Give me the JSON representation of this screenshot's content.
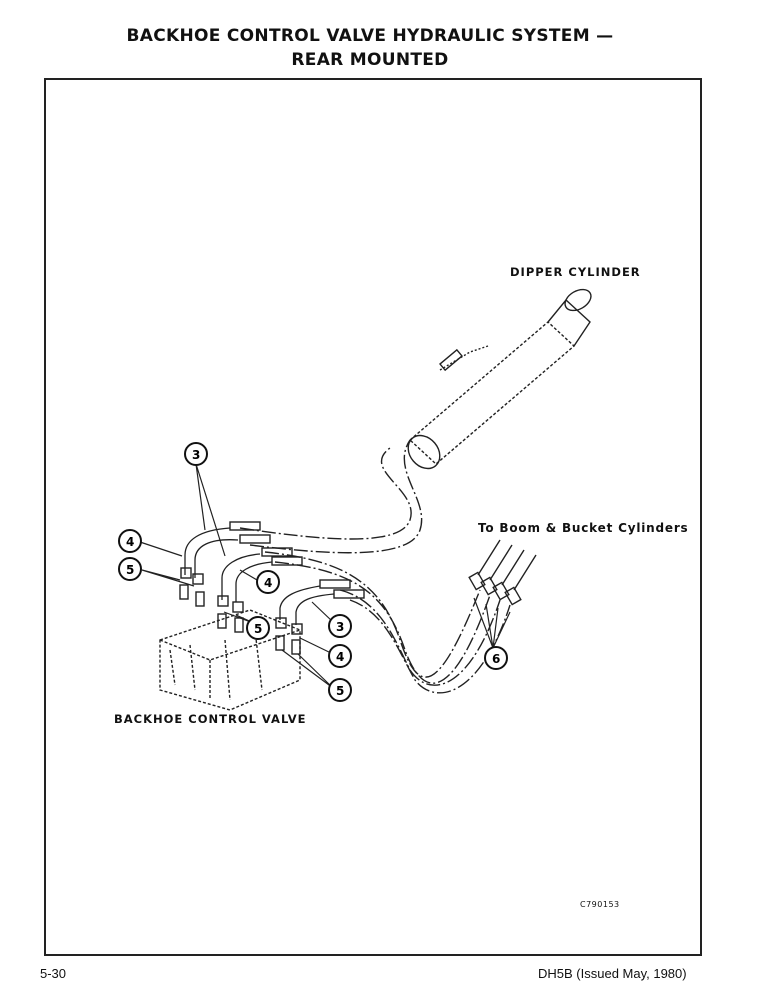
{
  "header": {
    "title_line1": "BACKHOE CONTROL VALVE HYDRAULIC SYSTEM —",
    "title_line2": "REAR MOUNTED"
  },
  "labels": {
    "dipper_cylinder": "DIPPER CYLINDER",
    "boom_bucket": "To Boom & Bucket Cylinders",
    "control_valve": "BACKHOE CONTROL VALVE",
    "figure_code": "C790153"
  },
  "callouts": [
    "3",
    "4",
    "5",
    "4",
    "5",
    "3",
    "4",
    "5",
    "6"
  ],
  "footer": {
    "page_number": "5-30",
    "document_ref": "DH5B (Issued May, 1980)"
  }
}
